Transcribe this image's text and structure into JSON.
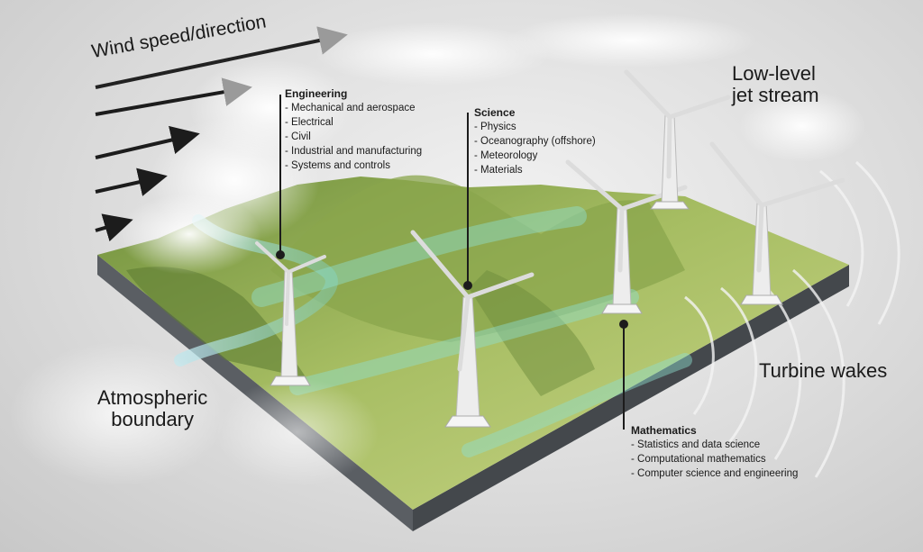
{
  "labels": {
    "wind": "Wind speed/direction",
    "jet_line1": "Low-level",
    "jet_line2": "jet stream",
    "wakes": "Turbine wakes",
    "boundary_line1": "Atmospheric",
    "boundary_line2": "boundary"
  },
  "callouts": {
    "engineering": {
      "title": "Engineering",
      "items": [
        "Mechanical and aerospace",
        "Electrical",
        "Civil",
        "Industrial and manufacturing",
        "Systems and controls"
      ]
    },
    "science": {
      "title": "Science",
      "items": [
        "Physics",
        "Oceanography (offshore)",
        "Meteorology",
        "Materials"
      ]
    },
    "mathematics": {
      "title": "Mathematics",
      "items": [
        "Statistics and data science",
        "Computational mathematics",
        "Computer science and engineering"
      ]
    }
  }
}
